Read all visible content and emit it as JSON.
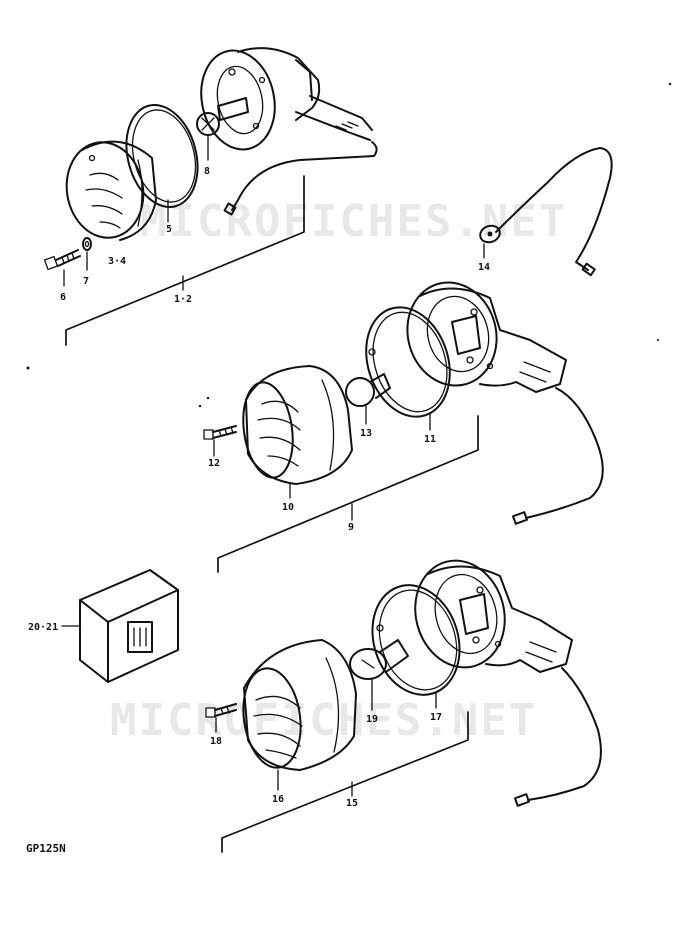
{
  "watermark": "MICROFICHES.NET",
  "model_code": "GP125N",
  "labels": {
    "l_1_2": "1·2",
    "l_3_4": "3·4",
    "l_5": "5",
    "l_6": "6",
    "l_7": "7",
    "l_8": "8",
    "l_9": "9",
    "l_10": "10",
    "l_11": "11",
    "l_12": "12",
    "l_13": "13",
    "l_14": "14",
    "l_15": "15",
    "l_16": "16",
    "l_17": "17",
    "l_18": "18",
    "l_19": "19",
    "l_20_21": "20·21"
  },
  "colors": {
    "ink": "#111111",
    "watermark": "#d9d9d9",
    "paper": "#ffffff"
  }
}
